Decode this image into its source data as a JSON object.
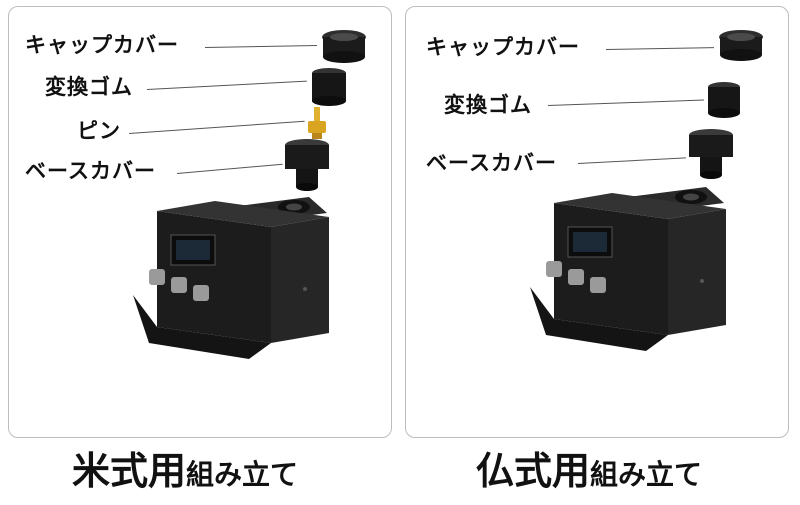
{
  "panels": [
    {
      "labels": [
        "キャップカバー",
        "変換ゴム",
        "ピン",
        "ベースカバー"
      ],
      "caption_main": "米式用",
      "caption_sub": "組み立て"
    },
    {
      "labels": [
        "キャップカバー",
        "変換ゴム",
        "ベースカバー"
      ],
      "caption_main": "仏式用",
      "caption_sub": "組み立て"
    }
  ],
  "colors": {
    "border": "#bdbdbd",
    "device_body": "#1c1c1c",
    "pin": "#d9a520",
    "button": "#9a9a9a"
  },
  "icons": [
    "device-illustration",
    "cap-cover-icon",
    "adapter-rubber-icon",
    "pin-icon",
    "base-cover-icon"
  ]
}
